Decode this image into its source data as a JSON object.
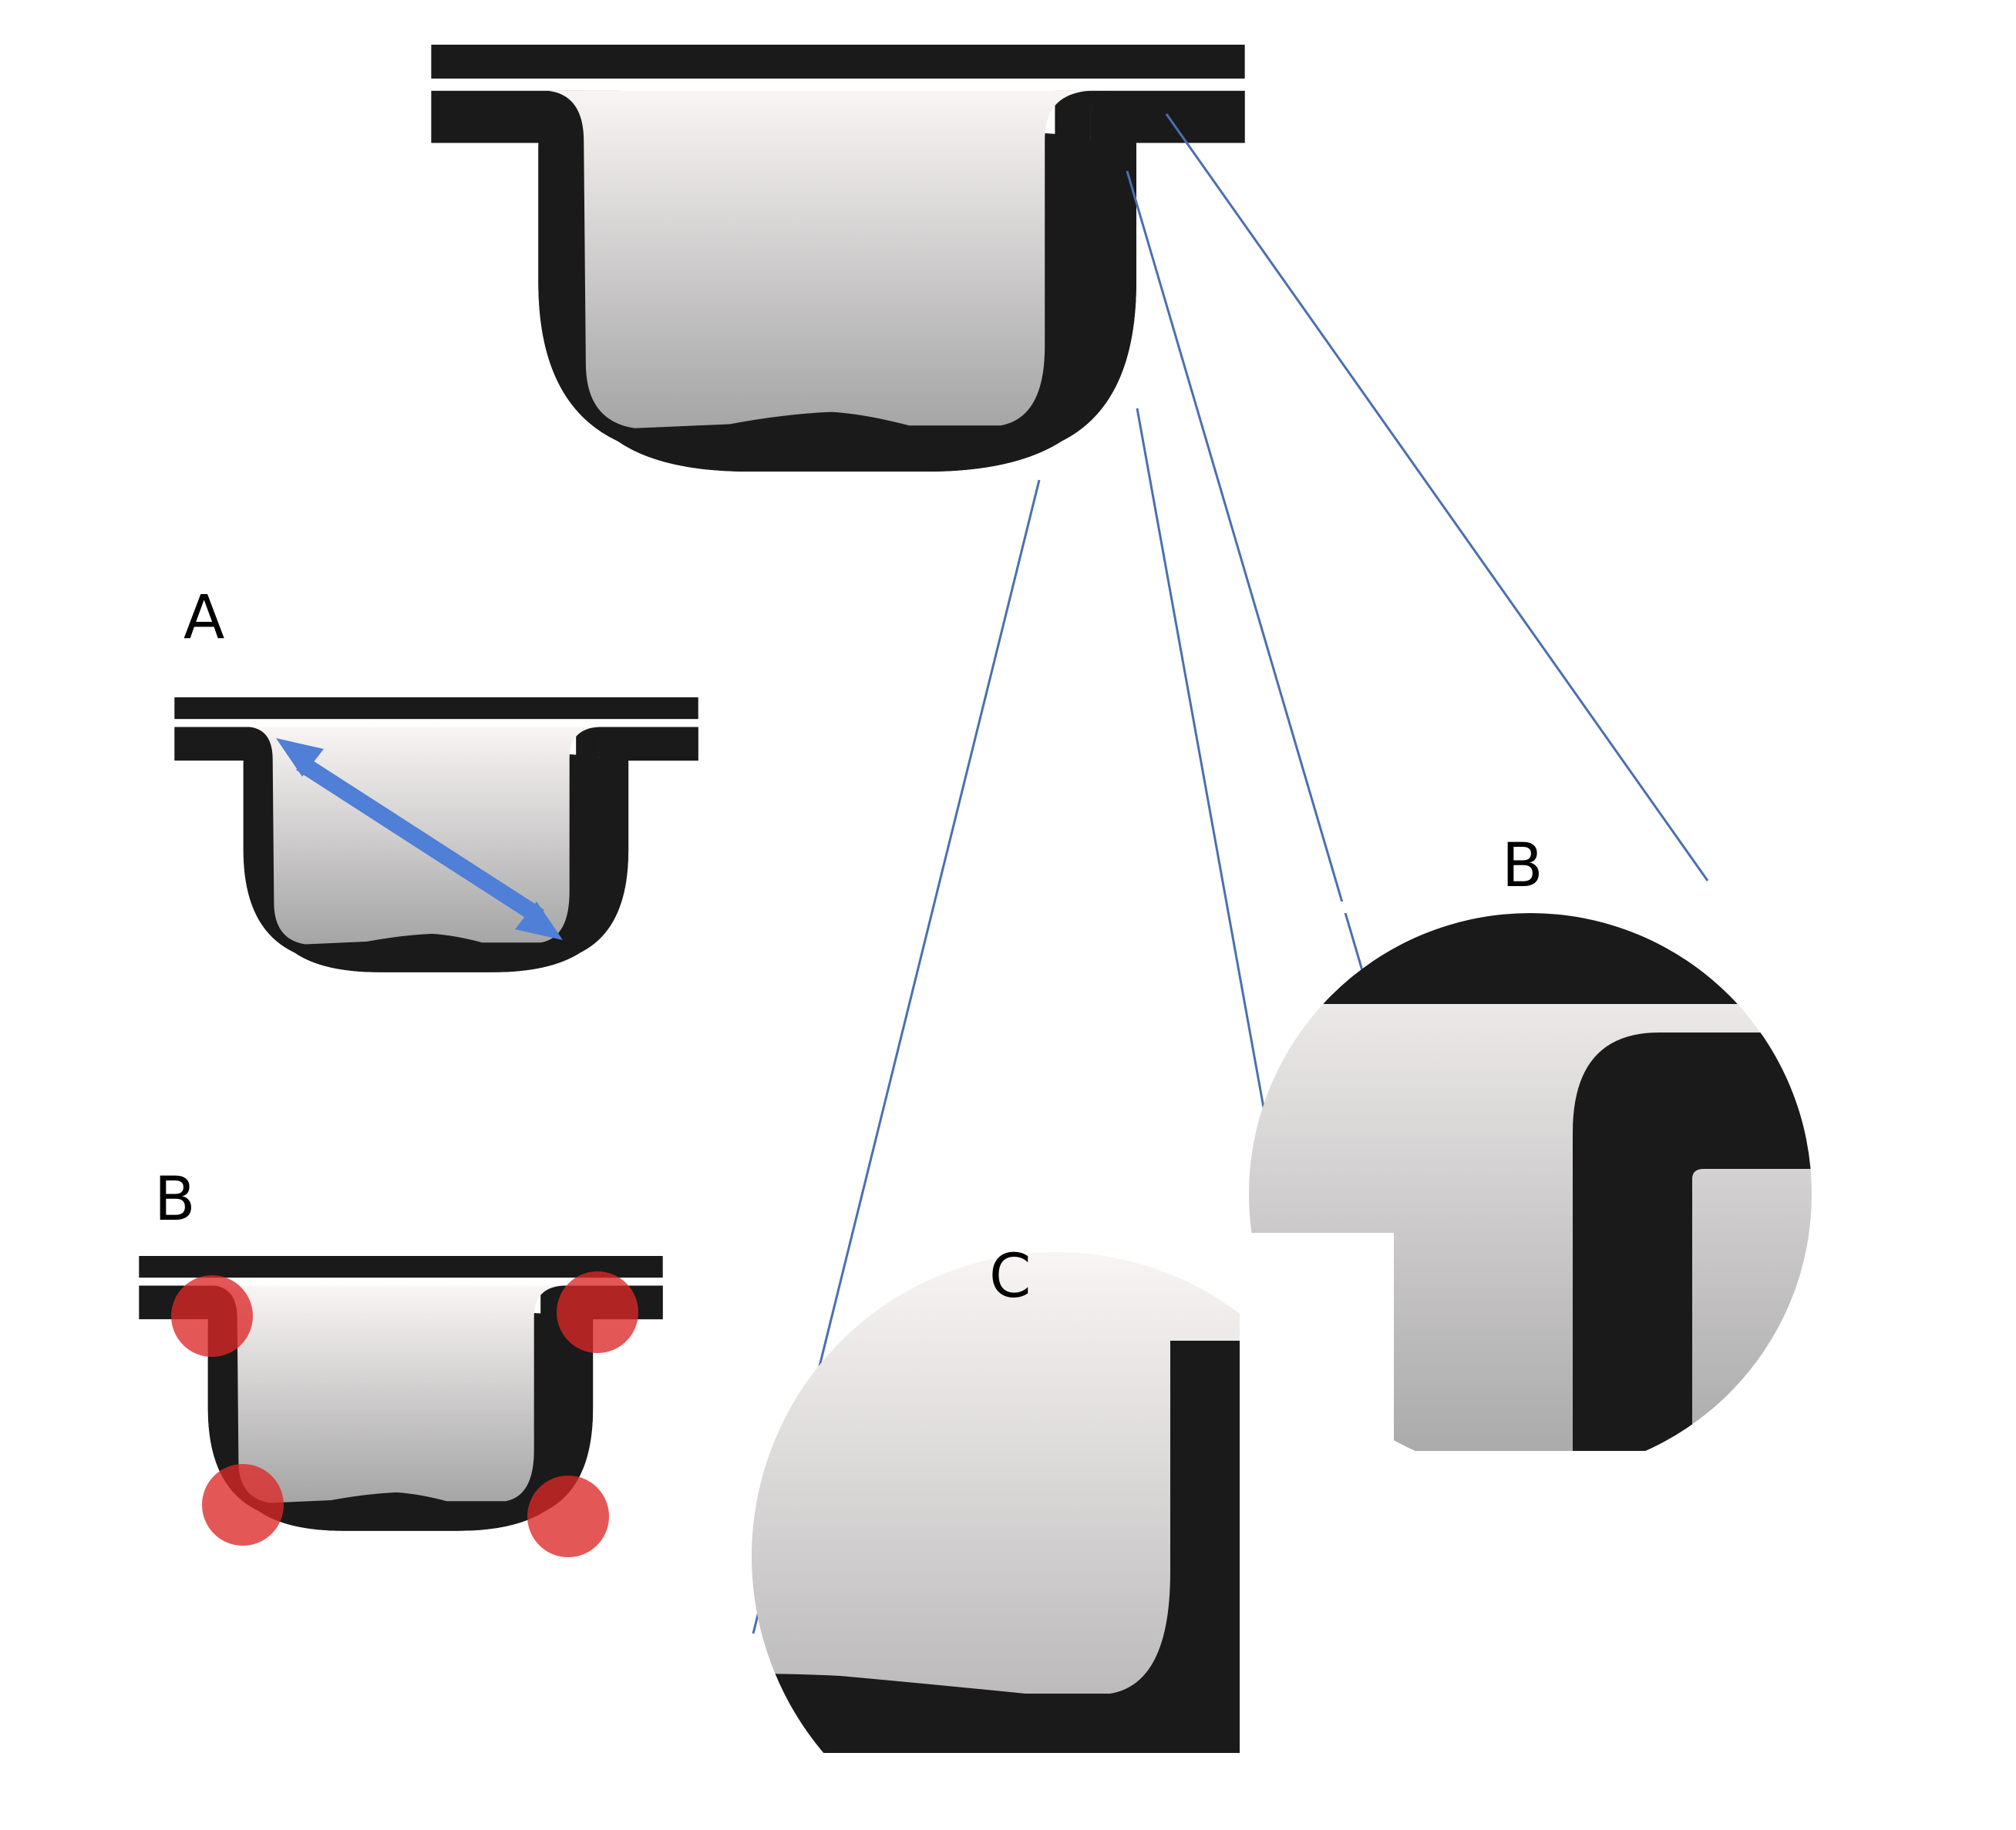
{
  "labels": {
    "panel_a": "A",
    "panel_b": "B",
    "zoom_b": "B",
    "zoom_c": "C"
  },
  "colors": {
    "wall": "#1a1a1a",
    "gradient_top": "#f9f5f5",
    "gradient_bottom": "#a5a5a5",
    "arrow": "#4f7fd6",
    "highlight": "#dc2828",
    "connector": "#4a6fb0",
    "background": "#ffffff"
  }
}
